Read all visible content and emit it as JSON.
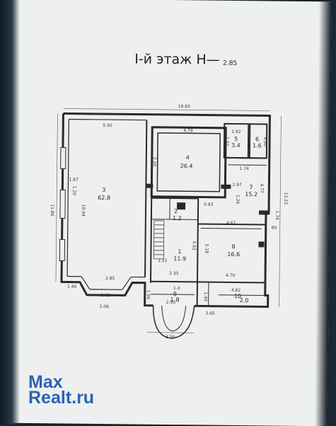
{
  "title": "I-й этаж Н—",
  "title_height": "2.85",
  "dims": {
    "overall_top": "19.63",
    "overall_left": "11.86",
    "overall_right": "13.23",
    "overall_bottom": "3.50",
    "r3_top": "5.50",
    "r3_left": "10.94",
    "r3_bottom": "2.85",
    "win_a": "1.67",
    "win_b": "1.20",
    "bay_left": "1.44",
    "bay_mid": "1.86",
    "bay_bottom": "2.06",
    "r4_top": "4.79",
    "r4_left": "2.20",
    "r5_top": "1.92",
    "r5_side": "2.32",
    "r6_side": "4.80",
    "r6_w": "1.74",
    "r7_a": "4.77",
    "r7_b": "1.97",
    "r7_c": "1.26",
    "r7_d": "4.67",
    "r_small_w": "0.83",
    "r1_a": "1.21",
    "r1_b": "4.63",
    "r1_c": "2.35",
    "r8_a": "5.18",
    "r8_b": "4.70",
    "r8_c": "4.82",
    "r8_d": "1.40",
    "pt1": "1.4",
    "pt2": "2.50",
    "pt3": "3.65",
    "pt4": "1.96",
    "side_r": "1.74",
    "side_r2": "60"
  },
  "rooms": [
    {
      "num": "3",
      "area": "62.8"
    },
    {
      "num": "4",
      "area": "26.4"
    },
    {
      "num": "5",
      "area": "3.4"
    },
    {
      "num": "6",
      "area": "1.6"
    },
    {
      "num": "7",
      "area": "15.2"
    },
    {
      "num": "2",
      "area": "1.2"
    },
    {
      "num": "1",
      "area": "11.9"
    },
    {
      "num": "8",
      "area": "16.6"
    },
    {
      "num": "10",
      "area": "2.0"
    },
    {
      "num": "9",
      "area": "1.8"
    }
  ],
  "logo": {
    "line1": "Max",
    "line2": "Realt.ru",
    "color": "#2a62b8"
  },
  "icons": [
    "stair-icon",
    "door-arc-icon"
  ]
}
